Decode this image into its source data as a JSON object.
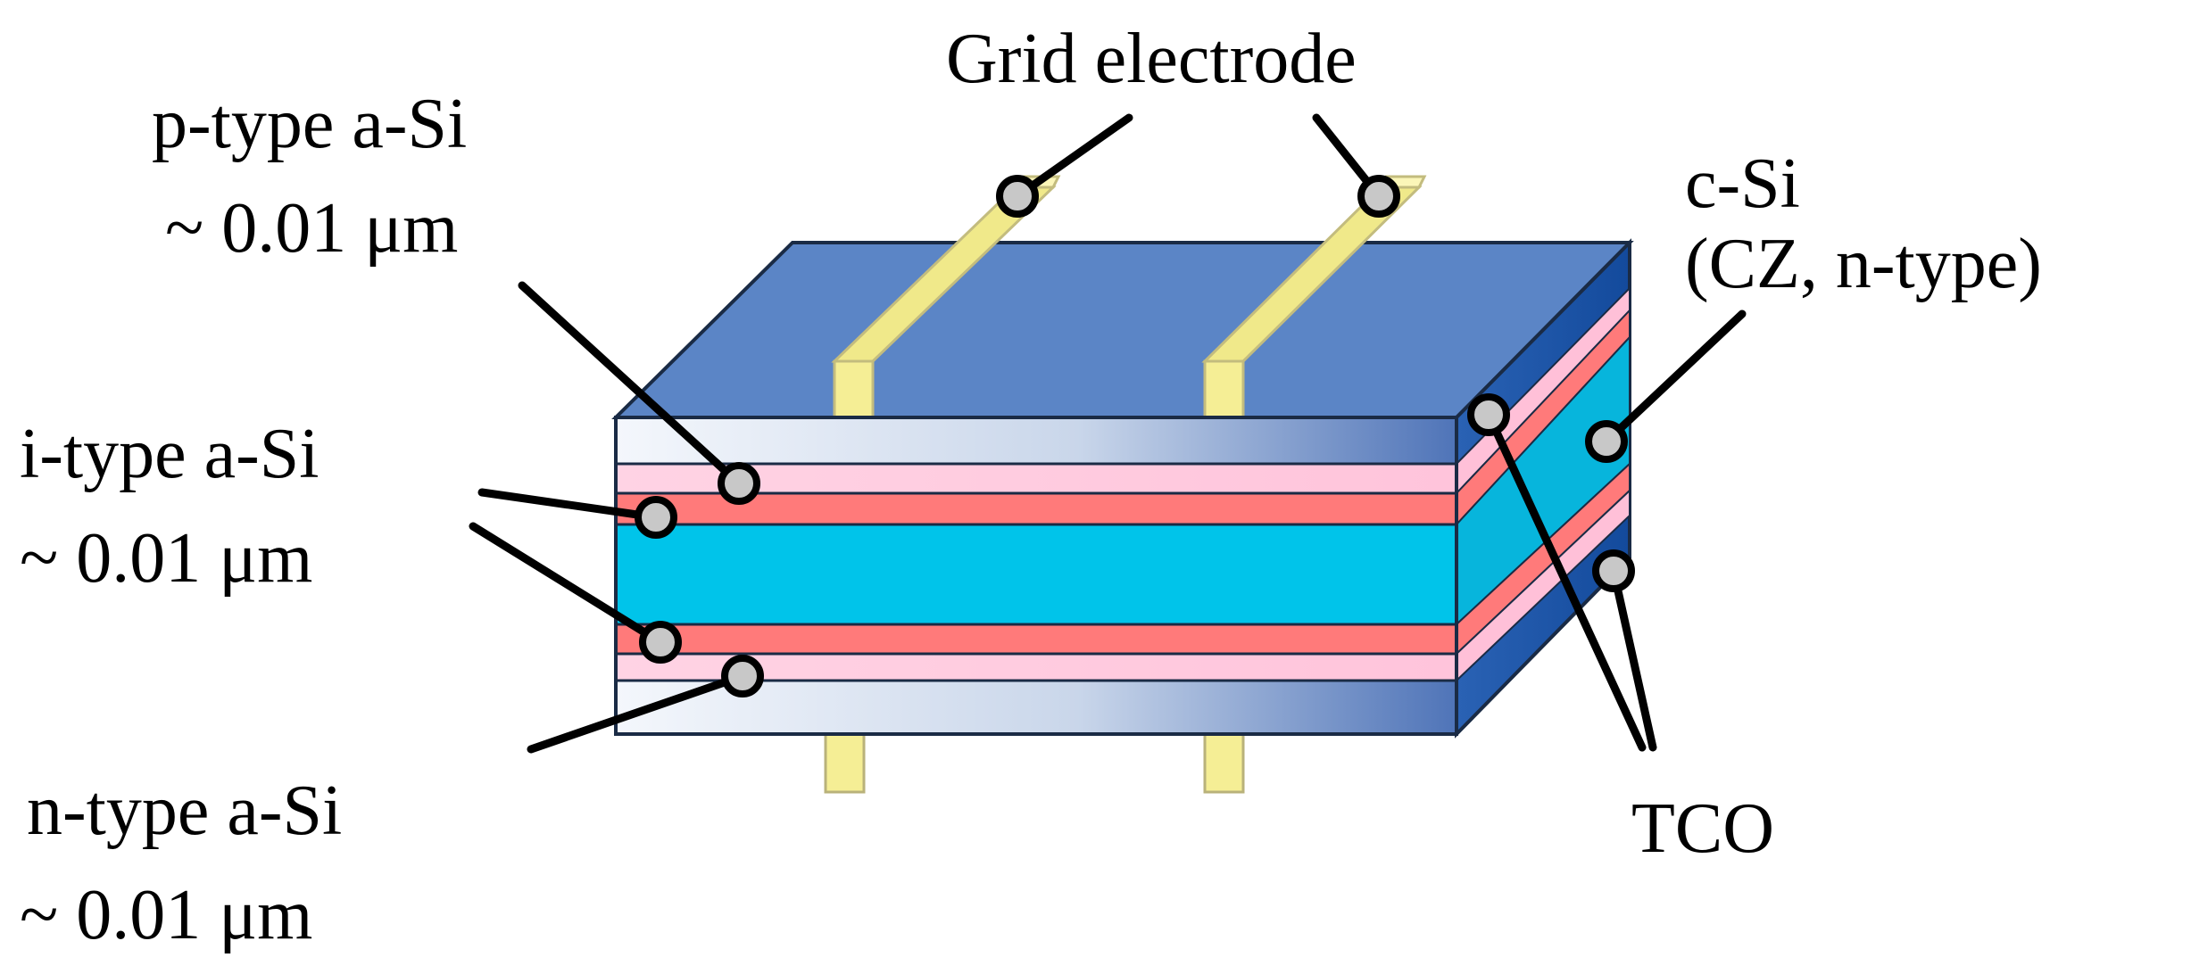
{
  "labels": {
    "grid_electrode": "Grid electrode",
    "p_type_name": "p-type a-Si",
    "p_type_thickness": "~ 0.01 μm",
    "i_type_name": "i-type a-Si",
    "i_type_thickness": "~ 0.01 μm",
    "n_type_name": "n-type a-Si",
    "n_type_thickness": "~ 0.01 μm",
    "c_si_name": "c-Si",
    "c_si_detail": "(CZ, n-type)",
    "tco": "TCO"
  },
  "colors": {
    "top_face": "#5b85c6",
    "right_face": "#1f55a8",
    "tco_layer": "#e8eef7",
    "p_layer": "#ffcde0",
    "i_layer": "#ff7a7a",
    "c_si_layer": "#00c4ea",
    "electrode": "#f5ee95",
    "outline": "#1a2b45",
    "pointer_dot": "#c8c8c8"
  }
}
